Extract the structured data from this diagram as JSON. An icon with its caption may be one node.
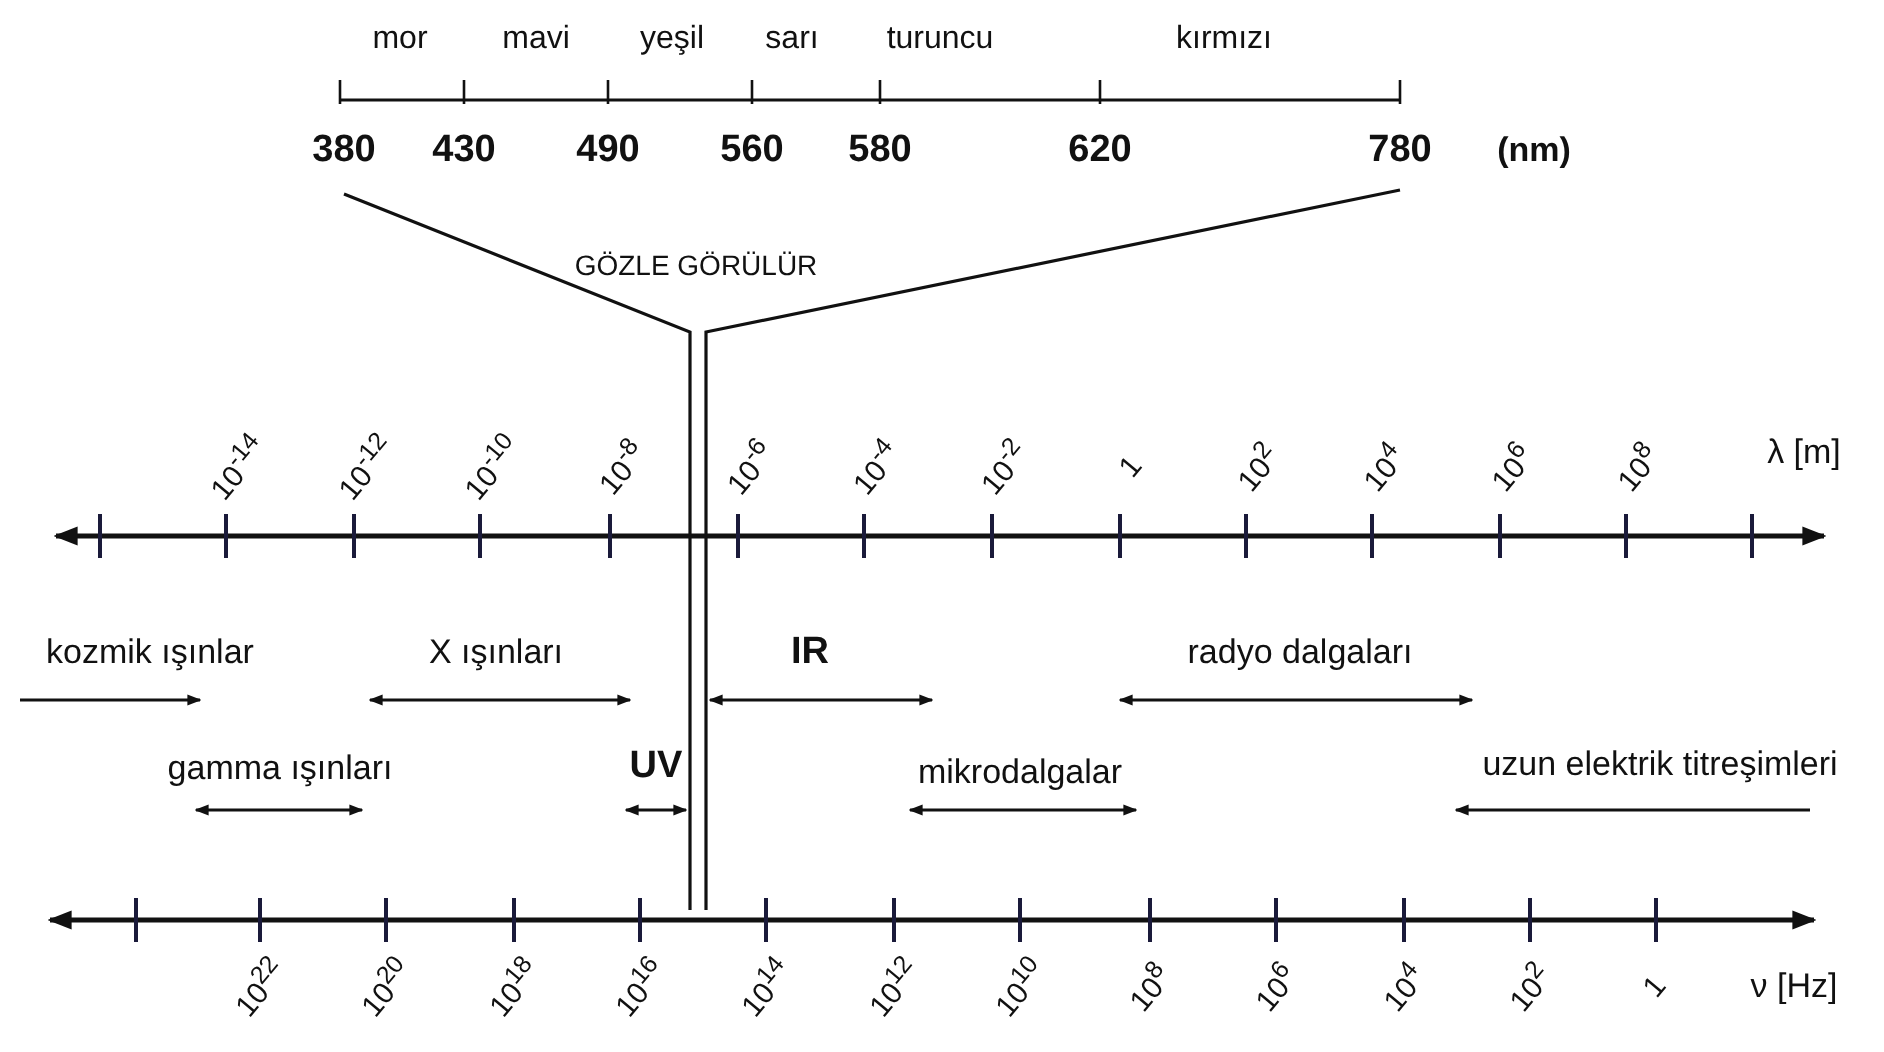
{
  "diagram": {
    "labels": [
      "mor",
      "mavi",
      "yeşil",
      "sarı",
      "turuncu",
      "kırmızı",
      "380",
      "430",
      "490",
      "560",
      "580",
      "620",
      "780",
      "(nm)",
      "GÖZLE GÖRÜLÜR",
      "10$^{-14}$",
      "10$^{-12}$",
      "10$^{-10}$",
      "10$^{-8}$",
      "10$^{-6}$",
      "10$^{-4}$",
      "10$^{-2}$",
      "1",
      "10$^{2}$",
      "10$^{4}$",
      "10$^{6}$",
      "10$^{8}$",
      "λ [m]",
      "kozmik ışınlar",
      "X ışınları",
      "IR",
      "radyo dalgaları",
      "gamma ışınları",
      "UV",
      "mikrodalgalar",
      "uzun elektrik titreşimleri",
      "10$^{22}$",
      "10$^{20}$",
      "10$^{18}$",
      "10$^{16}$",
      "10$^{14}$",
      "10$^{12}$",
      "10$^{10}$",
      "10$^{8}$",
      "10$^{6}$",
      "10$^{4}$",
      "10$^{2}$",
      "1",
      "ν [Hz]"
    ]
  }
}
